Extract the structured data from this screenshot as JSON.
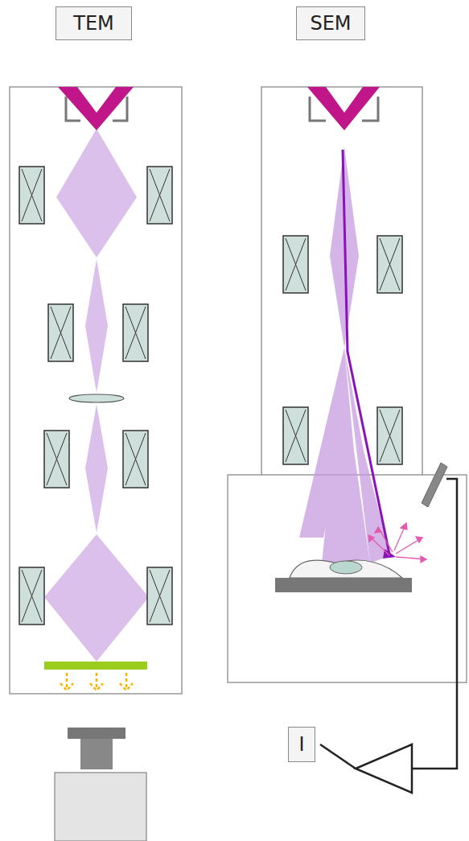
{
  "diagram": {
    "nodes": [
      {
        "text": [
          "TEM"
        ]
      },
      {
        "text": [
          "SEM"
        ]
      },
      {
        "text": [
          "I"
        ]
      }
    ],
    "edges": []
  }
}
